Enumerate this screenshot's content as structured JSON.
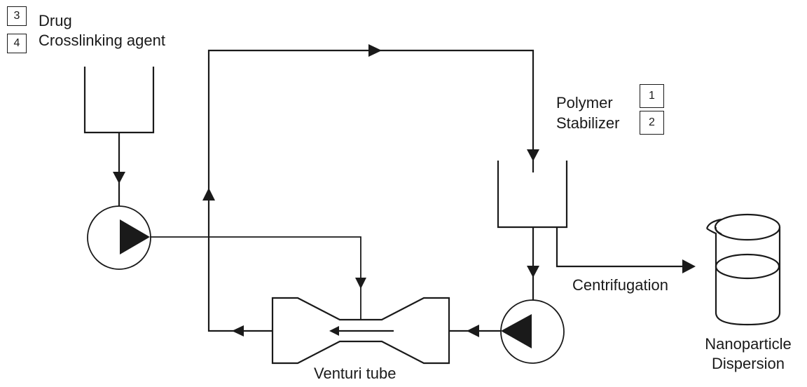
{
  "diagram": {
    "title": "",
    "legend_left": [
      {
        "number": "3",
        "label": "Drug"
      },
      {
        "number": "4",
        "label": "Crosslinking agent"
      }
    ],
    "legend_right": [
      {
        "number": "1",
        "label": "Polymer"
      },
      {
        "number": "2",
        "label": "Stabilizer"
      }
    ],
    "labels": {
      "venturi": "Venturi tube",
      "centrifugation": "Centrifugation",
      "product_line1": "Nanoparticle",
      "product_line2": "Dispersion"
    },
    "components": [
      {
        "id": "drug-tank",
        "type": "tank",
        "contents": "Drug / Crosslinking agent"
      },
      {
        "id": "pump-1",
        "type": "pump",
        "direction": "right"
      },
      {
        "id": "venturi-tube",
        "type": "venturi",
        "flow": "left"
      },
      {
        "id": "polymer-tank",
        "type": "tank",
        "contents": "Polymer / Stabilizer"
      },
      {
        "id": "pump-2",
        "type": "pump",
        "direction": "left"
      },
      {
        "id": "beaker",
        "type": "beaker",
        "contents": "Nanoparticle Dispersion"
      }
    ],
    "flows": [
      {
        "from": "drug-tank",
        "to": "pump-1"
      },
      {
        "from": "pump-1",
        "to": "venturi-tube"
      },
      {
        "from": "venturi-tube",
        "to": "polymer-tank",
        "via": "recirculation loop"
      },
      {
        "from": "polymer-tank",
        "to": "pump-2"
      },
      {
        "from": "pump-2",
        "to": "venturi-tube"
      },
      {
        "from": "polymer-tank",
        "to": "beaker",
        "via": "Centrifugation"
      }
    ]
  }
}
